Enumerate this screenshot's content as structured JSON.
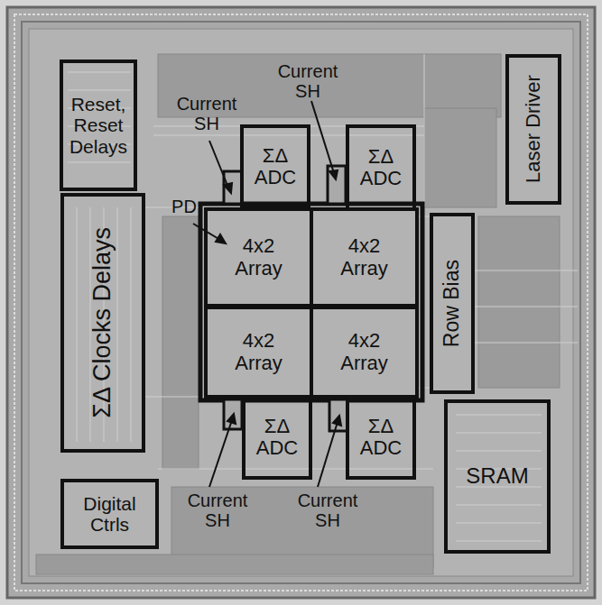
{
  "diagram": {
    "nodes": [
      {
        "text": [
          "Reset, Reset Delays"
        ]
      },
      {
        "text": [
          "ΣΔ Clocks Delays"
        ]
      },
      {
        "text": [
          "Digital Ctrls"
        ]
      },
      {
        "text": [
          "ΣΔ ADC"
        ]
      },
      {
        "text": [
          "ΣΔ ADC"
        ]
      },
      {
        "text": [
          "4x2 Array"
        ]
      },
      {
        "text": [
          "4x2 Array"
        ]
      },
      {
        "text": [
          "4x2 Array"
        ]
      },
      {
        "text": [
          "4x2 Array"
        ]
      },
      {
        "text": [
          "Row Bias"
        ]
      },
      {
        "text": [
          "Laser Driver"
        ]
      },
      {
        "text": [
          "ΣΔ ADC"
        ]
      },
      {
        "text": [
          "ΣΔ ADC"
        ]
      },
      {
        "text": [
          "SRAM"
        ]
      }
    ],
    "labels": [
      "Current SH",
      "Current SH",
      "PD",
      "Current SH",
      "Current SH"
    ]
  }
}
